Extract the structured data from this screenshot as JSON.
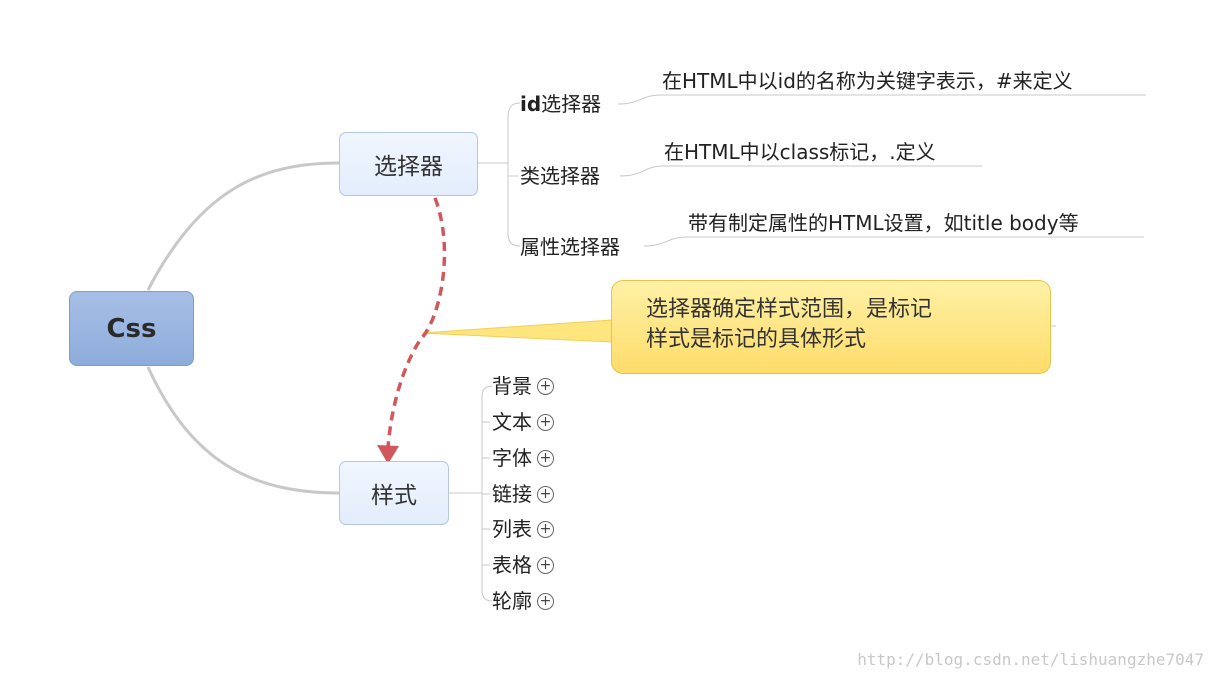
{
  "root": {
    "label": "Css"
  },
  "selector": {
    "label": "选择器",
    "children": [
      {
        "name": "id选择器",
        "name_bold": "id",
        "name_rest": "选择器",
        "desc": "在HTML中以id的名称为关键字表示，#来定义"
      },
      {
        "name": "类选择器",
        "desc": "在HTML中以class标记，.定义"
      },
      {
        "name": "属性选择器",
        "desc": "带有制定属性的HTML设置，如title body等"
      }
    ]
  },
  "callout": {
    "line1": "选择器确定样式范围，是标记",
    "line2": "样式是标记的具体形式"
  },
  "style": {
    "label": "样式",
    "children": [
      "背景",
      "文本",
      "字体",
      "链接",
      "列表",
      "表格",
      "轮廓"
    ],
    "expand_symbol": "+"
  },
  "watermark": "http://blog.csdn.net/lishuangzhe7047",
  "colors": {
    "root_fill": "#9ab5e0",
    "node_fill": "#e8f0fc",
    "callout_fill": "#fee57e",
    "relation_arrow": "#d0575c",
    "connector": "#c8c8c8"
  }
}
